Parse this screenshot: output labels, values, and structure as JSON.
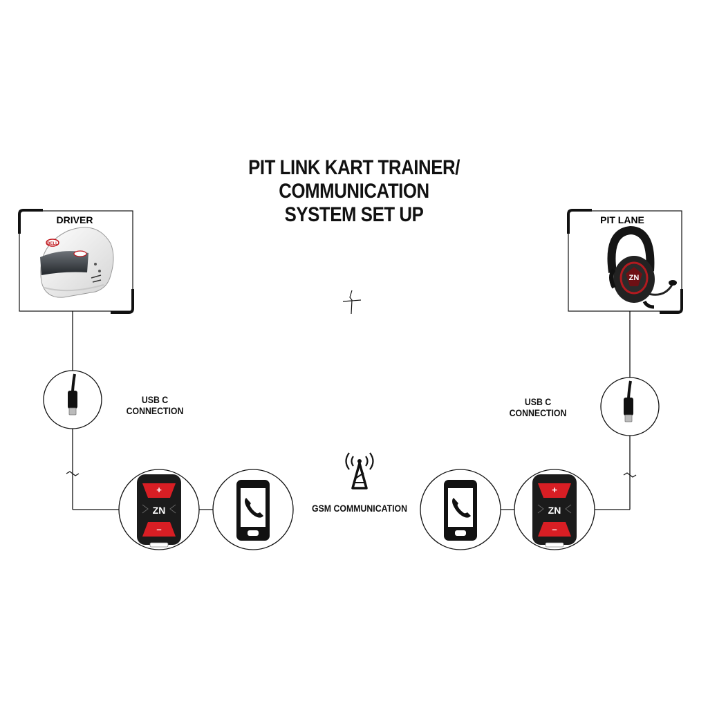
{
  "title": {
    "line1": "PIT LINK KART TRAINER/",
    "line2": "COMMUNICATION",
    "line3": "SYSTEM SET UP"
  },
  "driver": {
    "label": "DRIVER",
    "helmet_brand": "BELL",
    "usb": {
      "line1": "USB C",
      "line2": "CONNECTION"
    }
  },
  "pit": {
    "label": "PIT LANE",
    "usb": {
      "line1": "USB C",
      "line2": "CONNECTION"
    }
  },
  "center": {
    "gsm_label": "GSM COMMUNICATION"
  },
  "device": {
    "logo": "ZN",
    "plus": "+",
    "minus": "–"
  },
  "colors": {
    "line": "#111111",
    "device_body": "#1b1b1b",
    "device_red": "#d81e24",
    "helmet": "#f2f2f2",
    "visor": "#3a3f44"
  },
  "icons": [
    "helmet-icon",
    "headset-icon",
    "usb-c-icon",
    "pitlink-device-icon",
    "phone-icon",
    "antenna-tower-icon"
  ]
}
